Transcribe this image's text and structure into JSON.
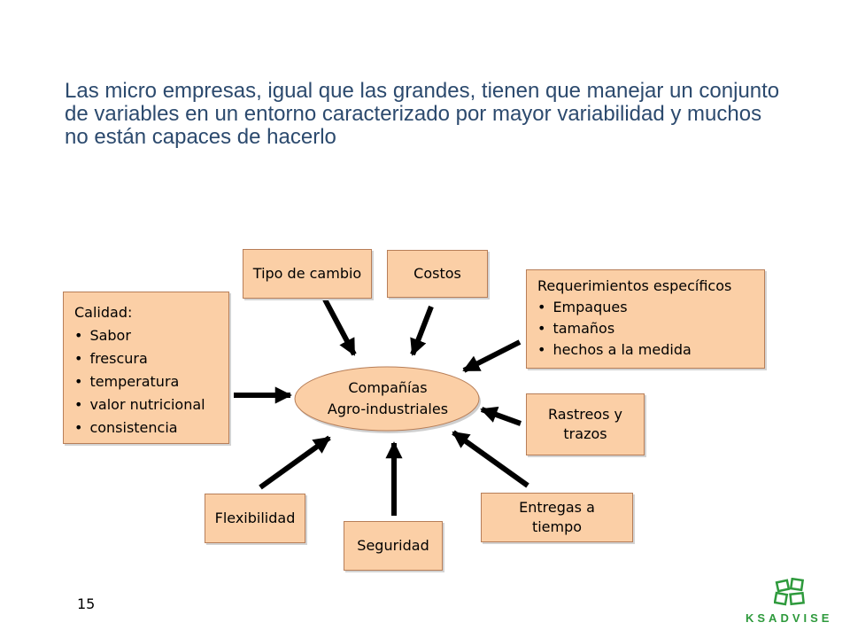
{
  "title": "Las micro empresas, igual que las grandes, tienen que manejar un conjunto de variables en un entorno caracterizado por mayor variabilidad  y muchos no están capaces de hacerlo",
  "center": {
    "line1": "Compañías",
    "line2": "Agro-industriales"
  },
  "boxes": {
    "calidad": {
      "heading": "Calidad:",
      "items": [
        "Sabor",
        "frescura",
        "temperatura",
        "valor nutricional",
        "consistencia"
      ]
    },
    "tipo_cambio": "Tipo de cambio",
    "costos": "Costos",
    "requerimientos": {
      "heading": "Requerimientos específicos",
      "items": [
        "Empaques",
        "tamaños",
        "hechos a la medida"
      ]
    },
    "rastreos": {
      "line1": "Rastreos y",
      "line2": "trazos"
    },
    "entregas": {
      "line1": "Entregas a",
      "line2": "tiempo"
    },
    "seguridad": "Seguridad",
    "flexibilidad": "Flexibilidad"
  },
  "page_number": "15",
  "logo": {
    "text": "KSADVISE"
  },
  "colors": {
    "box_fill": "#fbcfa6",
    "box_border": "#b77e58",
    "title": "#2c4a6e",
    "arrow": "#000000",
    "logo": "#2e9a3c"
  }
}
